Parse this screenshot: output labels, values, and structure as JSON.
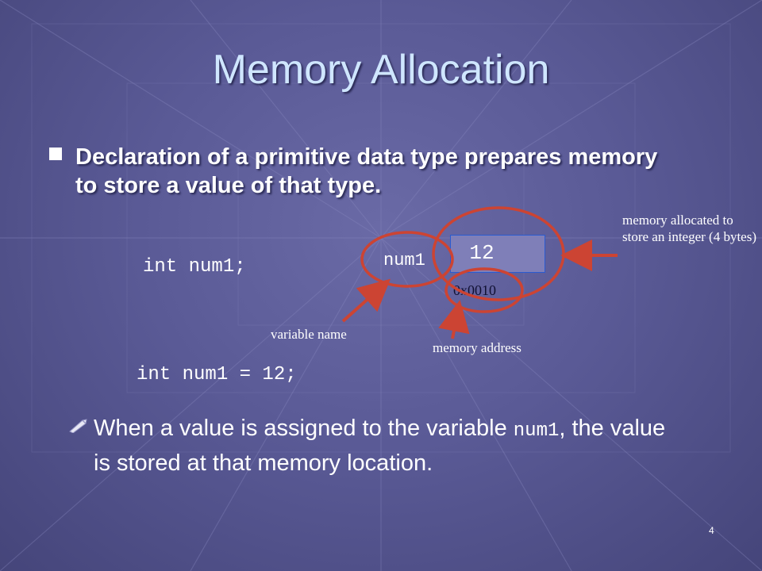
{
  "slide": {
    "title": "Memory Allocation",
    "bullet_main": "Declaration of a primitive data type prepares memory to store a value of that type.",
    "code_declare": "int num1;",
    "code_assign": "int num1 = 12;",
    "diagram": {
      "var_name": "num1",
      "value": "12",
      "address": "0x0010",
      "label_variable": "variable name",
      "label_address": "memory address",
      "label_memory": "memory allocated to store an integer (4 bytes)"
    },
    "sub_bullet": {
      "part1": "When a value is assigned to the variable ",
      "code": "num1",
      "part2": ", the value is stored at that memory location."
    },
    "page_number": "4"
  },
  "colors": {
    "accent_arrow": "#cc4433",
    "title_text": "#cfe6ff",
    "box_border": "#2a5bd0"
  },
  "icons": {
    "bullet_main": "square-bullet-icon",
    "sub_bullet": "pen-bullet-icon"
  }
}
